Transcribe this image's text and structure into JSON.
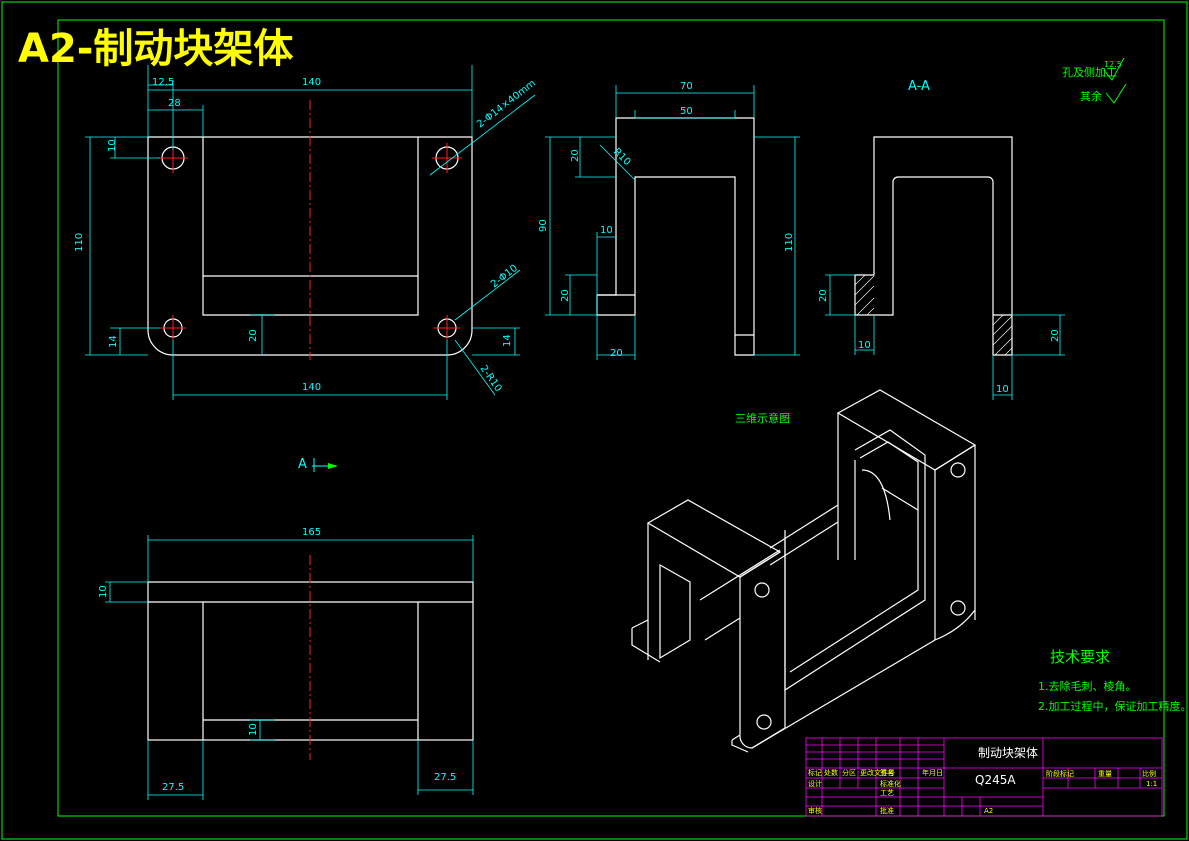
{
  "drawing": {
    "title": "A2-制动块架体",
    "section_label": "A-A",
    "view_arrow_label": "A",
    "iso_label": "三维示意图",
    "surface_notes": [
      "孔及侧加工",
      "其余"
    ],
    "roughness_value": "12.5"
  },
  "front_view": {
    "dims": [
      "12.5",
      "140",
      "28",
      "10",
      "110",
      "14",
      "20",
      "140",
      "14",
      "2-Φ14×40mm",
      "2-Φ10",
      "2-R10"
    ]
  },
  "side_view": {
    "dims": [
      "70",
      "50",
      "20",
      "R10",
      "90",
      "10",
      "110",
      "20",
      "20"
    ]
  },
  "section_view": {
    "dims": [
      "20",
      "10",
      "20",
      "10"
    ]
  },
  "top_view": {
    "dims": [
      "165",
      "10",
      "10",
      "27.5",
      "27.5"
    ]
  },
  "tech_req": {
    "heading": "技术要求",
    "items": [
      "1.去除毛刺、棱角。",
      "2.加工过程中，保证加工精度。"
    ]
  },
  "title_block": {
    "part_name": "制动块架体",
    "material": "Q245A",
    "scale": "1:1",
    "sheet": "A2",
    "headers": [
      "标记",
      "处数",
      "分区",
      "更改文件号",
      "签名",
      "年月日"
    ],
    "rows": [
      "设计",
      "标准化",
      "审核",
      "工艺",
      "批准"
    ],
    "right_headers": [
      "阶段标记",
      "重量",
      "比例"
    ]
  },
  "colors": {
    "background": "#000000",
    "outline": "#ffffff",
    "dimension": "#00ffff",
    "centerline": "#ff2020",
    "frame": "#00ff00",
    "title": "#ffff00",
    "title_block": "#ff00ff"
  }
}
